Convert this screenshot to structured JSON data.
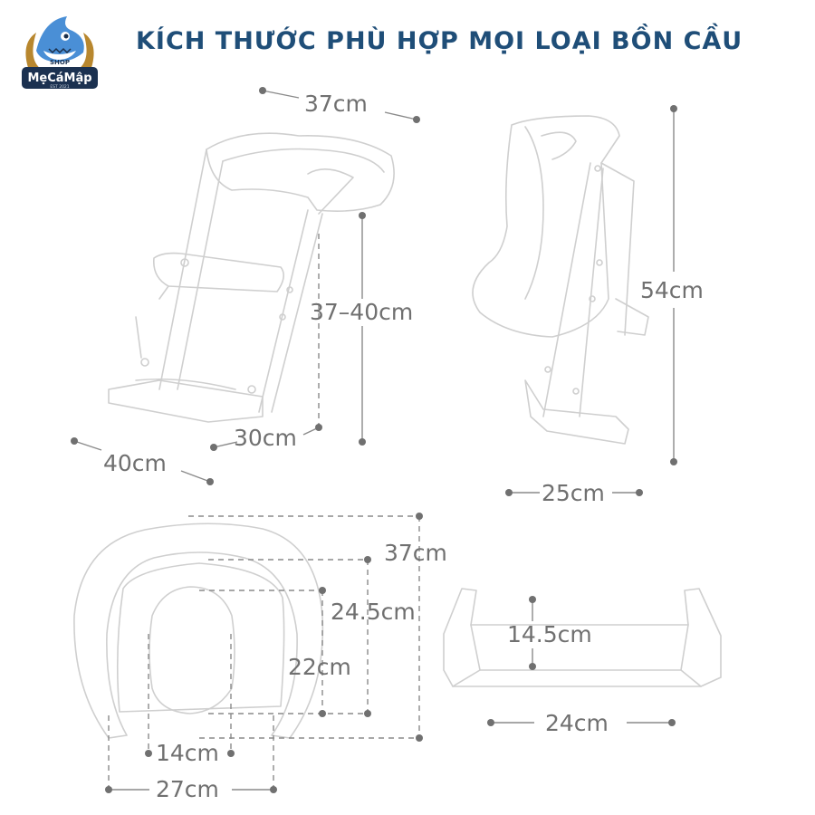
{
  "title": "KÍCH THƯỚC PHÙ HỢP MỌI LOẠI BỒN CẦU",
  "logo": {
    "shop_label": "SHOP",
    "brand": "MẹCáMập",
    "est_text": "EST 2021"
  },
  "dimensions": {
    "ladder_top_width": "37cm",
    "ladder_seat_height": "37–40cm",
    "ladder_step_depth": "30cm",
    "ladder_base_width": "40cm",
    "side_height": "54cm",
    "side_depth": "25cm",
    "seat_outer_length": "37cm",
    "seat_mid_length": "24.5cm",
    "seat_inner_length": "22cm",
    "seat_inner_width": "14cm",
    "seat_outer_width": "27cm",
    "step_depth": "14.5cm",
    "step_width": "24cm"
  },
  "colors": {
    "title": "#1f4e78",
    "dimension_text": "#707070",
    "outline": "#cfcfcf",
    "dot": "#707070"
  }
}
